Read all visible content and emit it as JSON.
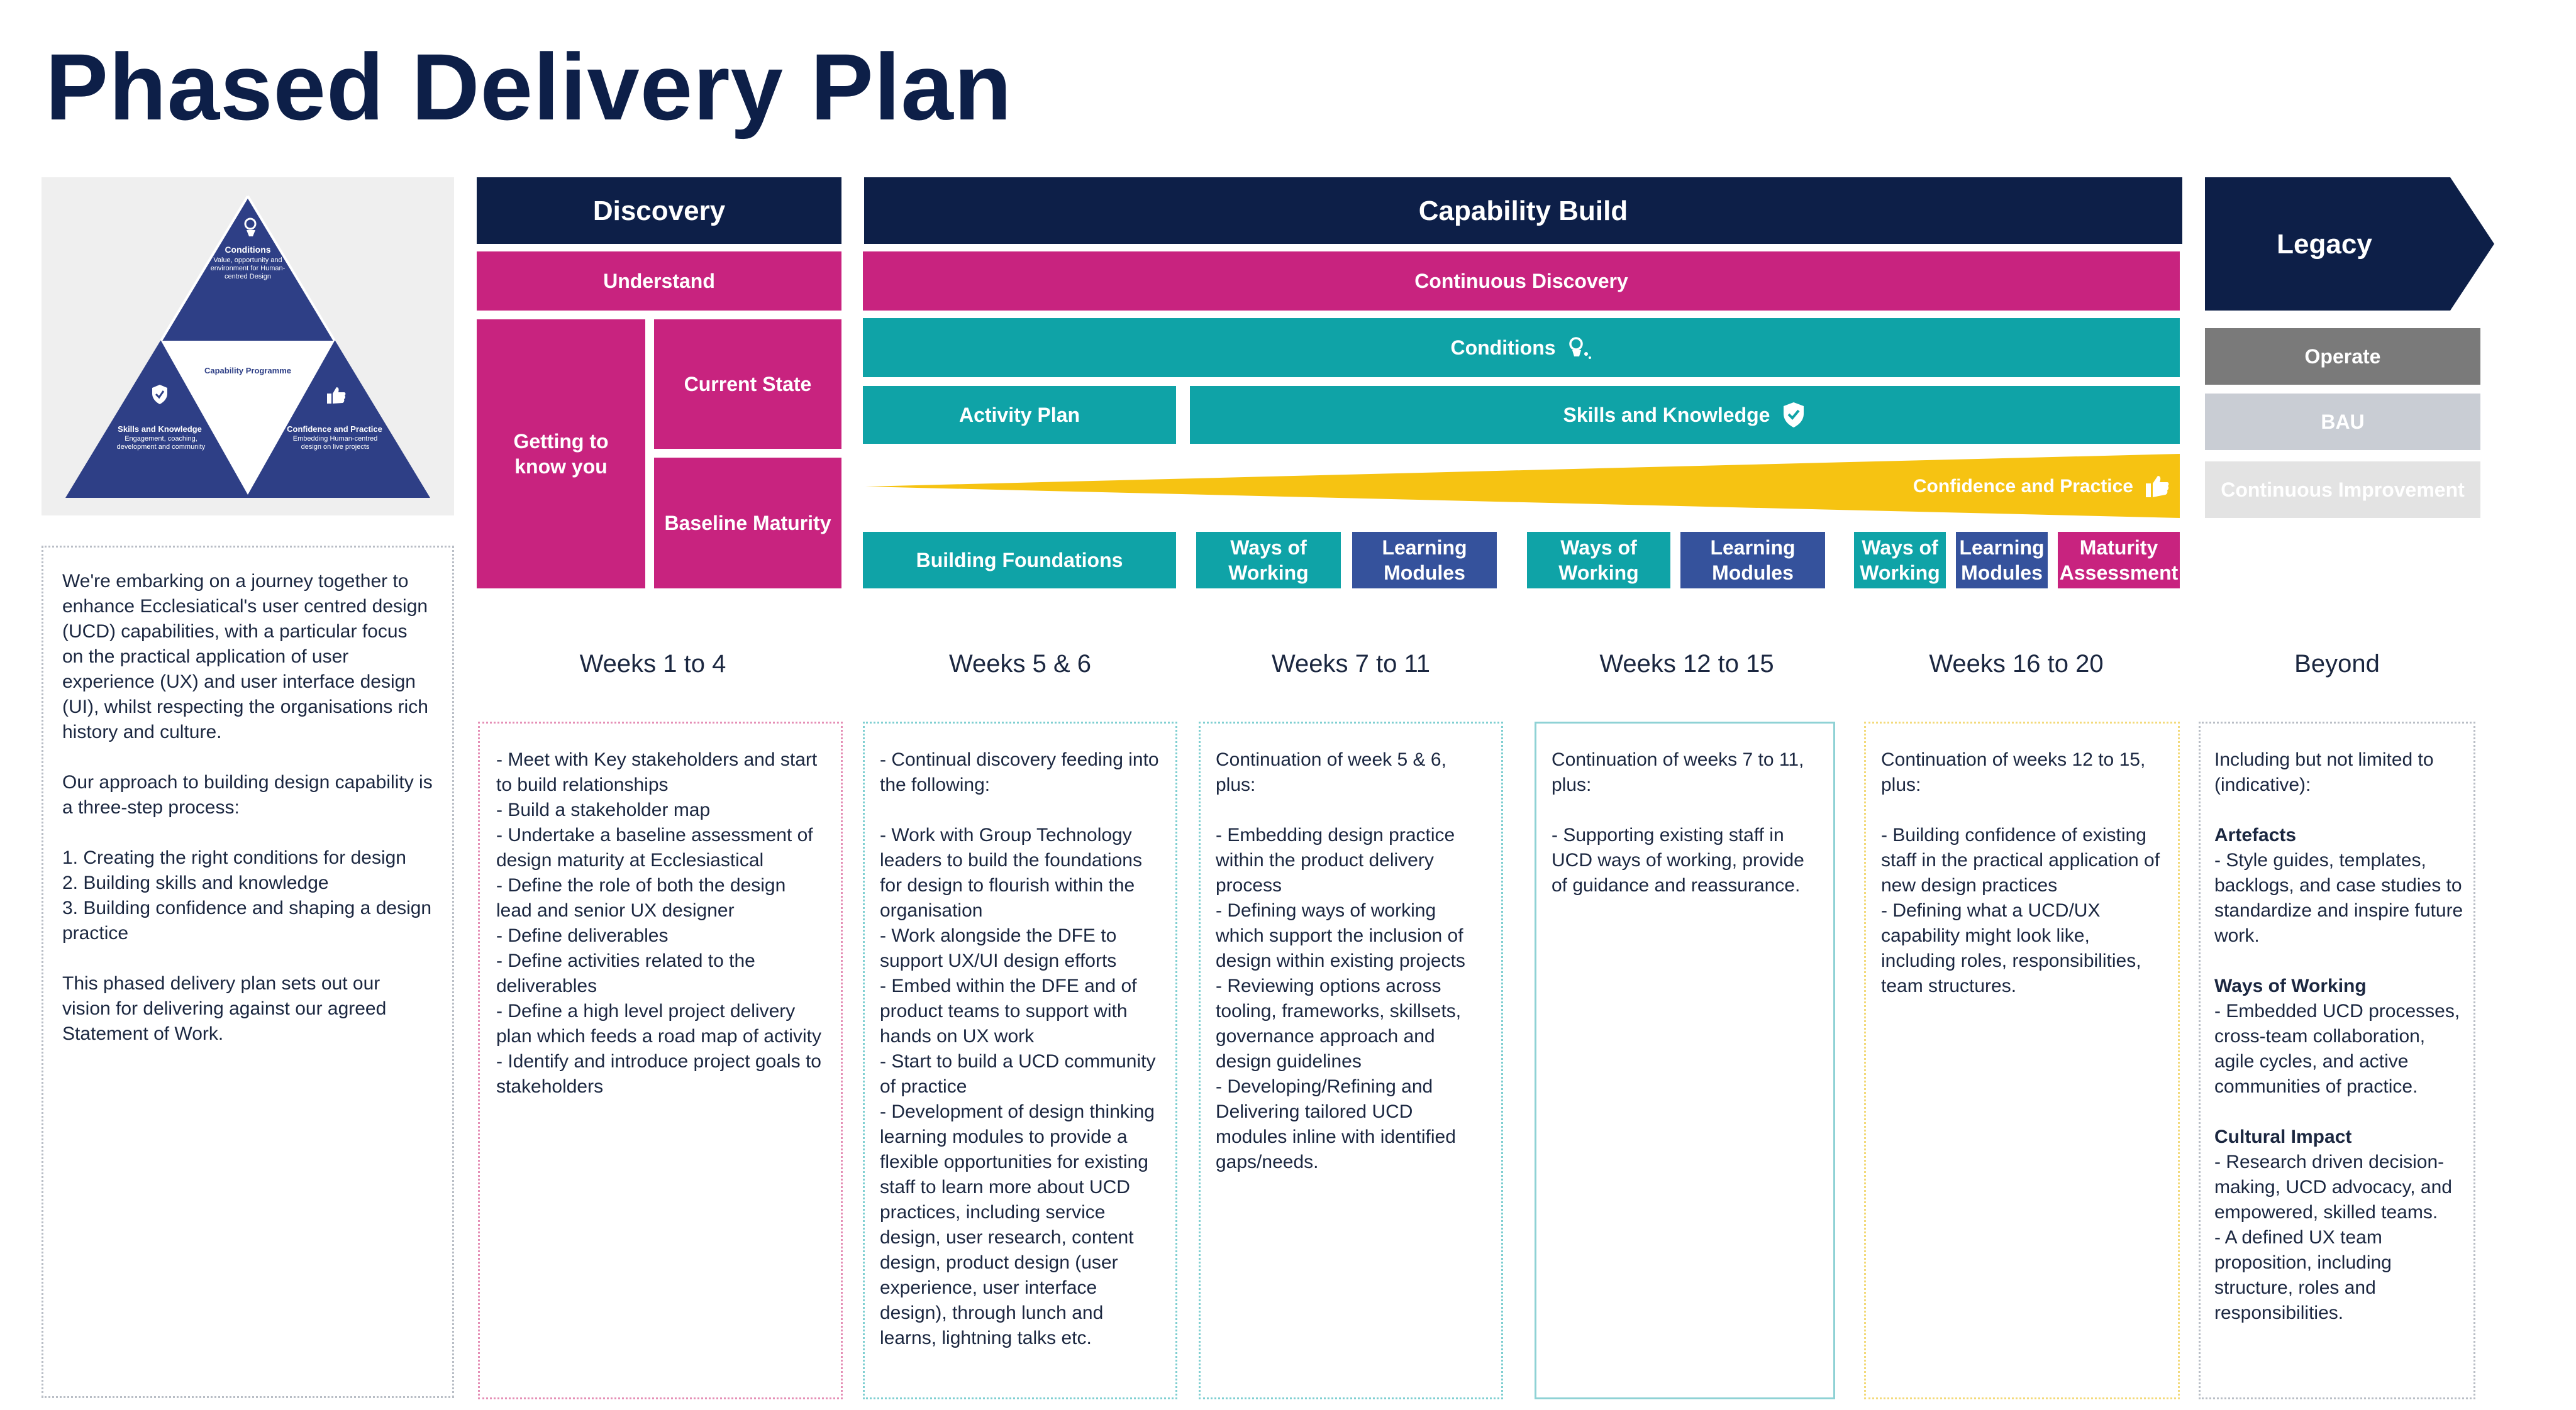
{
  "title": "Phased Delivery Plan",
  "triangle": {
    "conditions_title": "Conditions",
    "conditions_text": "Value, opportunity and environment for Human-centred Design",
    "centre": "Capability Programme",
    "skills_title": "Skills and Knowledge",
    "skills_text": "Engagement, coaching, development and community",
    "confidence_title": "Confidence and Practice",
    "confidence_text": "Embedding Human-centred design on live projects"
  },
  "intro": "We're embarking on a journey together  to enhance Ecclesiatical's user centred design (UCD) capabilities, with a particular focus on the practical application of user experience (UX) and user interface design (UI), whilst respecting the organisations rich history and culture.\n\nOur approach to building design capability is a three-step process:\n\n1. Creating the right conditions for design\n2. Building skills and knowledge\n3. Building confidence and shaping a design practice\n\nThis phased delivery plan sets out our vision for delivering against our agreed Statement of Work.",
  "phases": {
    "discovery": "Discovery",
    "capability_build": "Capability Build",
    "legacy": "Legacy"
  },
  "discovery": {
    "understand": "Understand",
    "getting_to_know": "Getting to know you",
    "current_state": "Current State",
    "baseline_maturity": "Baseline Maturity"
  },
  "capability": {
    "continuous_discovery": "Continuous Discovery",
    "conditions": "Conditions",
    "activity_plan": "Activity Plan",
    "skills_knowledge": "Skills and Knowledge",
    "confidence_practice": "Confidence and Practice",
    "building_foundations": "Building Foundations",
    "ways_of_working": "Ways of Working",
    "learning_modules": "Learning Modules",
    "maturity_assessment": "Maturity Assessment"
  },
  "legacy": {
    "operate": "Operate",
    "bau": "BAU",
    "continuous_improvement": "Continuous Improvement"
  },
  "weeks": [
    "Weeks 1 to 4",
    "Weeks 5 & 6",
    "Weeks 7 to 11",
    "Weeks 12 to 15",
    "Weeks 16 to 20",
    "Beyond"
  ],
  "columns": [
    "- Meet with Key stakeholders and start to build relationships\n- Build a stakeholder map\n- Undertake a baseline assessment of design maturity at Ecclesiastical\n- Define the role of both the design lead and senior UX designer\n- Define deliverables\n- Define activities related to the deliverables\n- Define a high level project delivery plan which feeds a road map of activity\n- Identify and introduce project goals to stakeholders",
    "- Continual discovery feeding into the following:\n\n- Work with Group Technology leaders to build the foundations for design to flourish within the organisation\n- Work alongside the DFE to support UX/UI design efforts\n- Embed within the DFE and of product teams to support with hands on UX work\n- Start to build a UCD community of practice\n- Development of design thinking learning modules to provide a flexible opportunities for existing staff to learn more about UCD practices, including service design, user research, content design, product design (user experience, user interface design), through lunch and learns, lightning talks etc.",
    "Continuation of week 5 & 6, plus:\n\n- Embedding design practice within the product delivery process\n- Defining ways of working which support the inclusion of design within existing projects\n- Reviewing options across tooling, frameworks, skillsets, governance approach and design guidelines\n- Developing/Refining and Delivering tailored UCD modules inline with identified gaps/needs.",
    "Continuation of weeks 7 to 11, plus:\n\n- Supporting existing staff in UCD ways of working, provide of guidance and reassurance.",
    "Continuation of weeks 12 to 15, plus:\n\n- Building confidence of existing staff in the practical application of new design practices\n- Defining what a UCD/UX capability might look like, including roles, responsibilities, team structures."
  ],
  "beyond": {
    "intro": "Including but not limited to (indicative):",
    "artefacts_h": "Artefacts",
    "artefacts": "- Style guides, templates, backlogs, and case studies to standardize and inspire future work.",
    "ways_h": "Ways of Working",
    "ways": "- Embedded UCD processes, cross-team collaboration, agile cycles, and active communities of practice.",
    "cultural_h": "Cultural Impact",
    "cultural": "- Research driven decision-making, UCD advocacy, and empowered, skilled teams.\n- A defined UX team proposition, including structure, roles and responsibilities."
  },
  "colors": {
    "navy": "#0d1f48",
    "magenta": "#c8237f",
    "teal": "#0fa3a7",
    "blue": "#35529c",
    "yellow": "#f6c312",
    "grey": "#7a7a7a"
  }
}
